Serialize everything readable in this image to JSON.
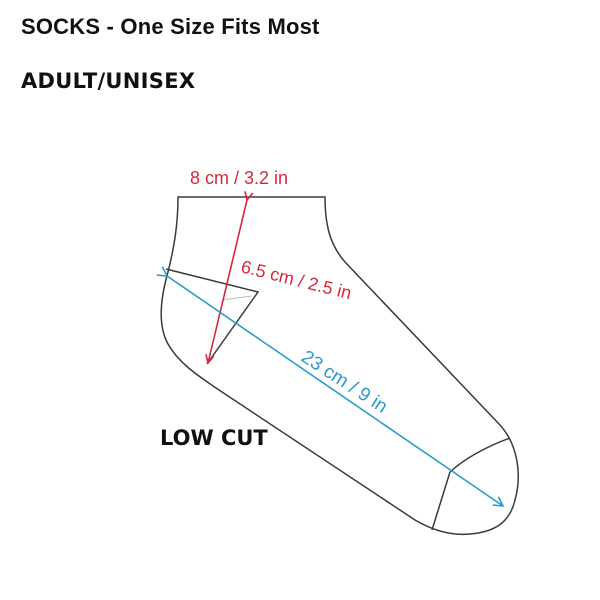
{
  "header": {
    "title": "SOCKS - One Size Fits Most",
    "subtitle": "ADULT/UNISEX"
  },
  "diagram": {
    "style_label": "LOW CUT",
    "measurements": {
      "opening_width": "8 cm / 3.2 in",
      "heel_height": "6.5 cm / 2.5 in",
      "foot_length": "23 cm / 9 in"
    },
    "colors": {
      "outline": "#3a3a3a",
      "red_measure": "#d6283a",
      "blue_measure": "#2a9bd1"
    }
  }
}
